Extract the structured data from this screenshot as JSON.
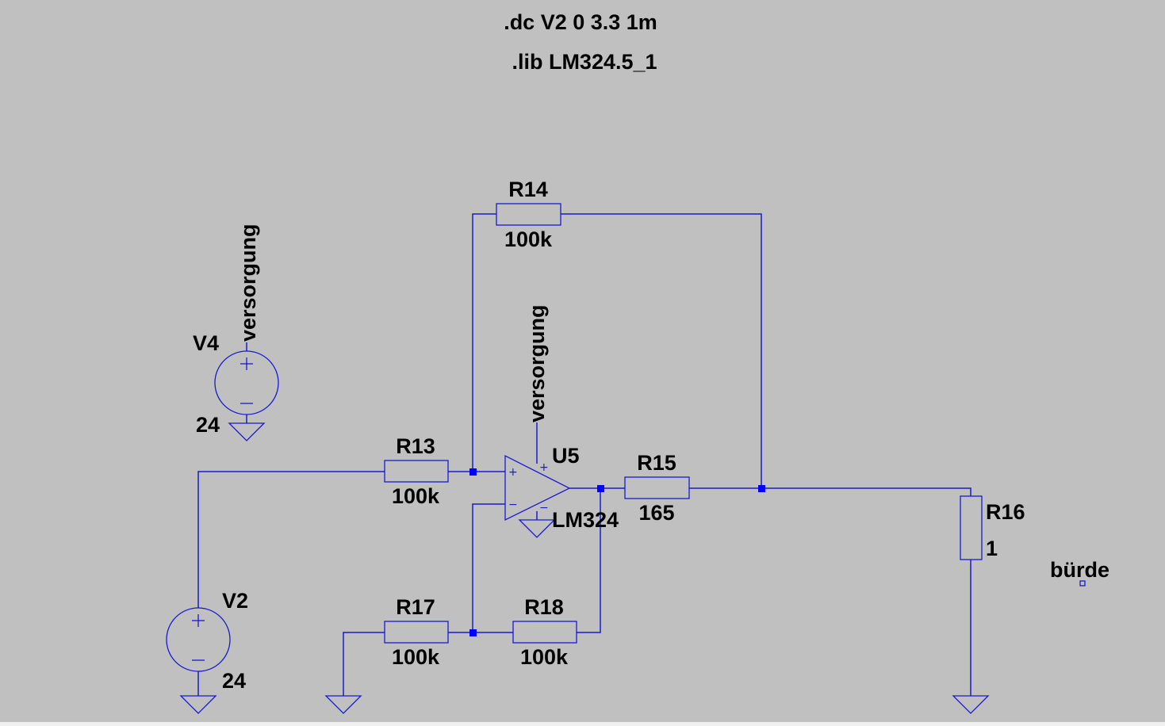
{
  "directives": {
    "dc": ".dc V2 0 3.3 1m",
    "lib": ".lib LM324.5_1"
  },
  "components": {
    "V4": {
      "name": "V4",
      "value": "24"
    },
    "V2": {
      "name": "V2",
      "value": "24"
    },
    "R13": {
      "name": "R13",
      "value": "100k"
    },
    "R14": {
      "name": "R14",
      "value": "100k"
    },
    "R15": {
      "name": "R15",
      "value": "165"
    },
    "R16": {
      "name": "R16",
      "value": "1"
    },
    "R17": {
      "name": "R17",
      "value": "100k"
    },
    "R18": {
      "name": "R18",
      "value": "100k"
    },
    "U5": {
      "name": "U5",
      "value": "LM324"
    }
  },
  "nets": {
    "supply_v4": "versorgung",
    "supply_u5": "versorgung",
    "load": "bürde"
  },
  "colors": {
    "background": "#c0c0c0",
    "wire": "#1a1acc",
    "junction": "#0000ff",
    "text": "#000000"
  }
}
